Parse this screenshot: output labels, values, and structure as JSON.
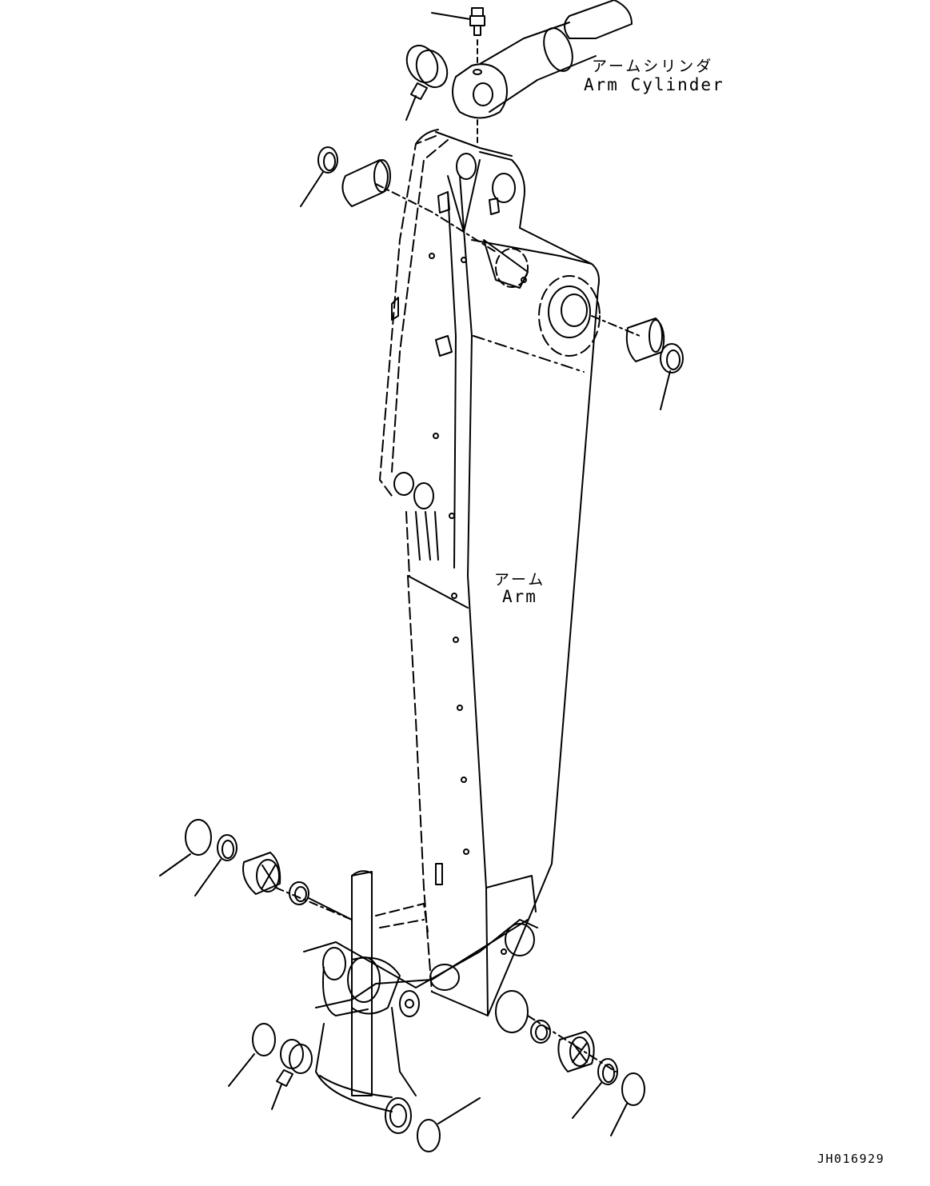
{
  "labels": {
    "arm_cylinder_jp": "アームシリンダ",
    "arm_cylinder_en": "Arm Cylinder",
    "arm_jp": "アーム",
    "arm_en": "Arm",
    "drawing_code": "JH016929"
  },
  "style": {
    "line_color": "#000000",
    "background": "#ffffff"
  }
}
